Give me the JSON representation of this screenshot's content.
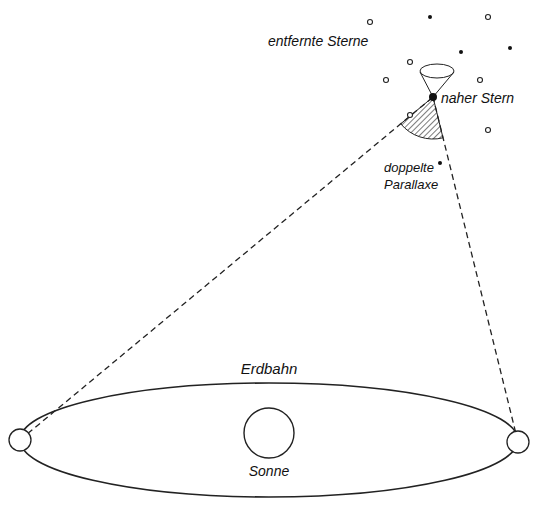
{
  "diagram": {
    "nodes": [
      {
        "text": [
          "Erdbahn"
        ]
      },
      {
        "text": [
          "Sonne"
        ],
        "in": 0
      }
    ],
    "labels": [
      "entfernte Sterne",
      "naher Stern",
      "doppelte Parallaxe"
    ]
  }
}
